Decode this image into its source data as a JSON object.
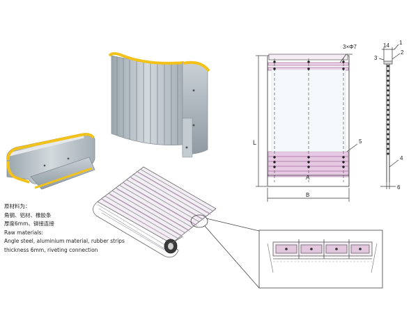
{
  "materials_note": {
    "lines_zh": [
      "原材料为：",
      "角钢、铝材、橡胶条",
      "厚度6mm、铆接连接"
    ],
    "lines_en": [
      "Raw materials:",
      "Angle steel, aluminium material, rubber strips",
      "thickness 6mm, riveting connection"
    ]
  },
  "drawing": {
    "dim_L": "L",
    "dim_A": "A",
    "dim_B": "B",
    "holes_label": "3×Φ7",
    "dim_14": "14",
    "callouts": [
      "1",
      "2",
      "3",
      "4",
      "5",
      "6"
    ]
  },
  "colors": {
    "aluminium": "#b9c2c8",
    "rubber": "#f2c21b",
    "drawing_line": "#555555",
    "highlight_band": "#e7c9e3"
  }
}
